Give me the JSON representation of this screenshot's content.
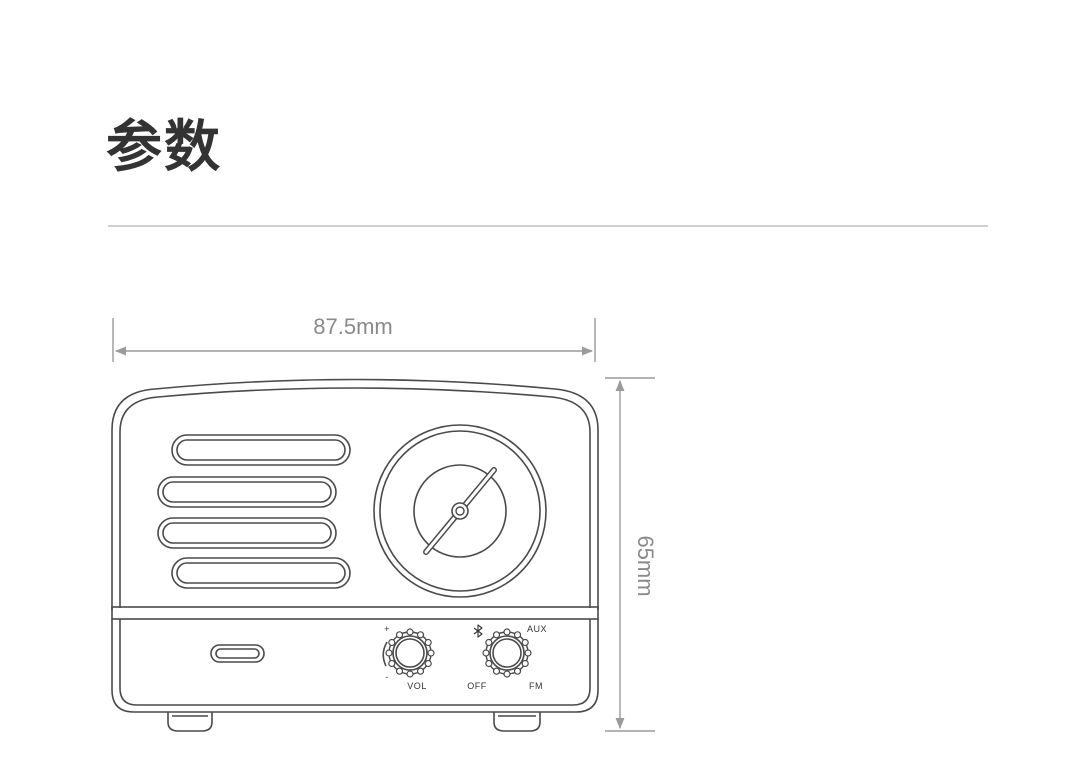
{
  "header": {
    "title": "参数"
  },
  "dimensions": {
    "width_label": "87.5mm",
    "height_label": "65mm"
  },
  "controls": {
    "volume_plus": "+",
    "volume_minus": "-",
    "volume_label": "VOL",
    "bluetooth_icon": "bluetooth-icon",
    "aux_label": "AUX",
    "off_label": "OFF",
    "fm_label": "FM"
  },
  "colors": {
    "title": "#333333",
    "outline": "#4a4a4a",
    "dimension": "#9a9a9a",
    "divider": "#cfcfcf"
  }
}
